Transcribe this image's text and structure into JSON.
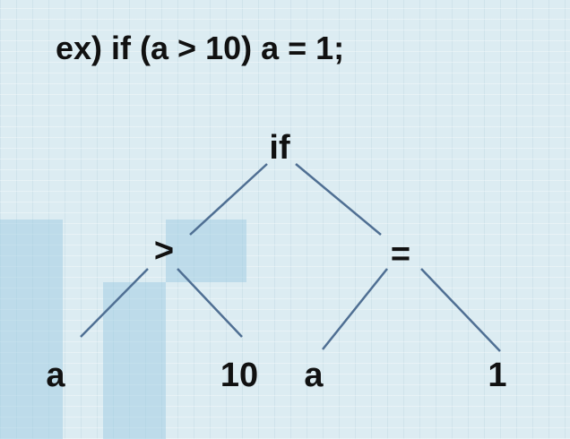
{
  "expression": "ex) if (a > 10) a = 1;",
  "tree": {
    "root": "if",
    "cond_op": ">",
    "cond_left": "a",
    "cond_right": "10",
    "assign_op": "=",
    "assign_left": "a",
    "assign_right": "1"
  },
  "colors": {
    "background": "#dcecf2",
    "edge": "#4f6f93",
    "text": "#111111"
  }
}
